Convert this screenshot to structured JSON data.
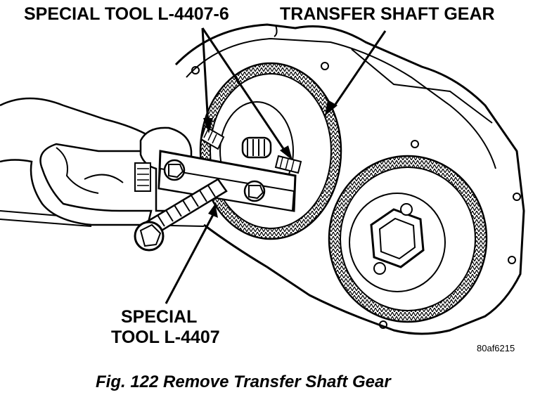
{
  "labels": {
    "special_tool_l4407_6": "SPECIAL TOOL L-4407-6",
    "transfer_shaft_gear": "TRANSFER SHAFT GEAR",
    "special_tool_l4407_line1": "SPECIAL",
    "special_tool_l4407_line2": "TOOL L-4407",
    "figure_code": "80af6215"
  },
  "caption": "Fig. 122 Remove Transfer Shaft Gear"
}
